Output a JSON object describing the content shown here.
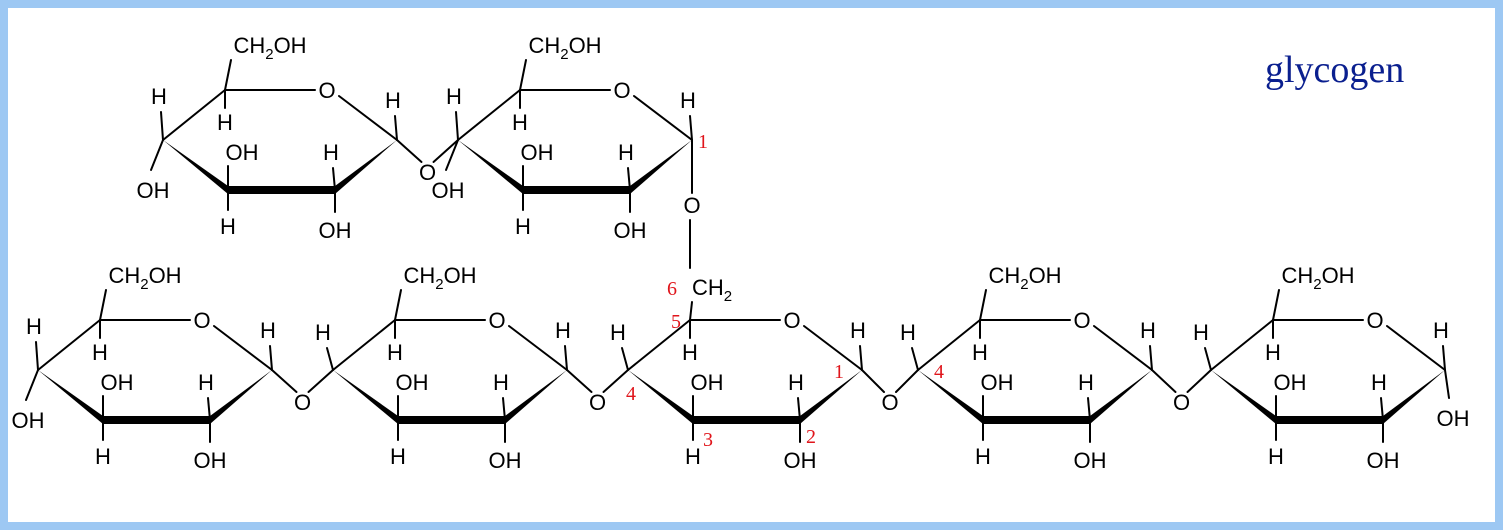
{
  "title": "glycogen",
  "colors": {
    "title": "#0a1f8f",
    "numbers": "#e0151b",
    "frame": "#9dc8f3"
  },
  "labels": {
    "ch2oh": "CH",
    "ch2oh_sub": "2",
    "ch2oh_tail": "OH",
    "oh": "OH",
    "h": "H",
    "o": "O",
    "ch2_main": "CH",
    "ch2_sub": "2"
  },
  "position_numbers": {
    "c1_branch": "1",
    "c6": "6",
    "c5": "5",
    "c4_left": "4",
    "c3": "3",
    "c2": "2",
    "c1_main": "1",
    "c4_right": "4"
  }
}
